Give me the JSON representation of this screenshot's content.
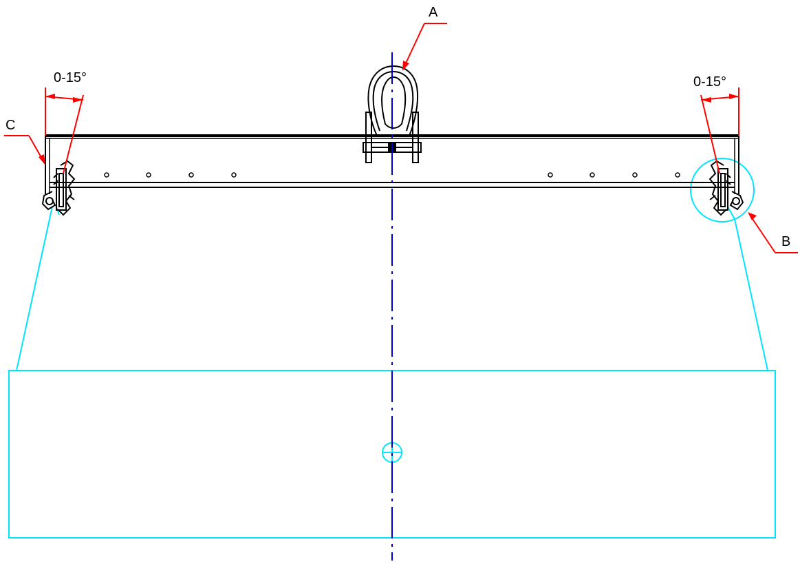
{
  "labels": {
    "a": "A",
    "b": "B",
    "c": "C",
    "angle_left": "0-15°",
    "angle_right": "0-15°"
  },
  "colors": {
    "outline": "#000000",
    "annotation": "#ff0000",
    "centerline": "#0000cc",
    "load": "#00e5ff",
    "background": "#ffffff"
  }
}
